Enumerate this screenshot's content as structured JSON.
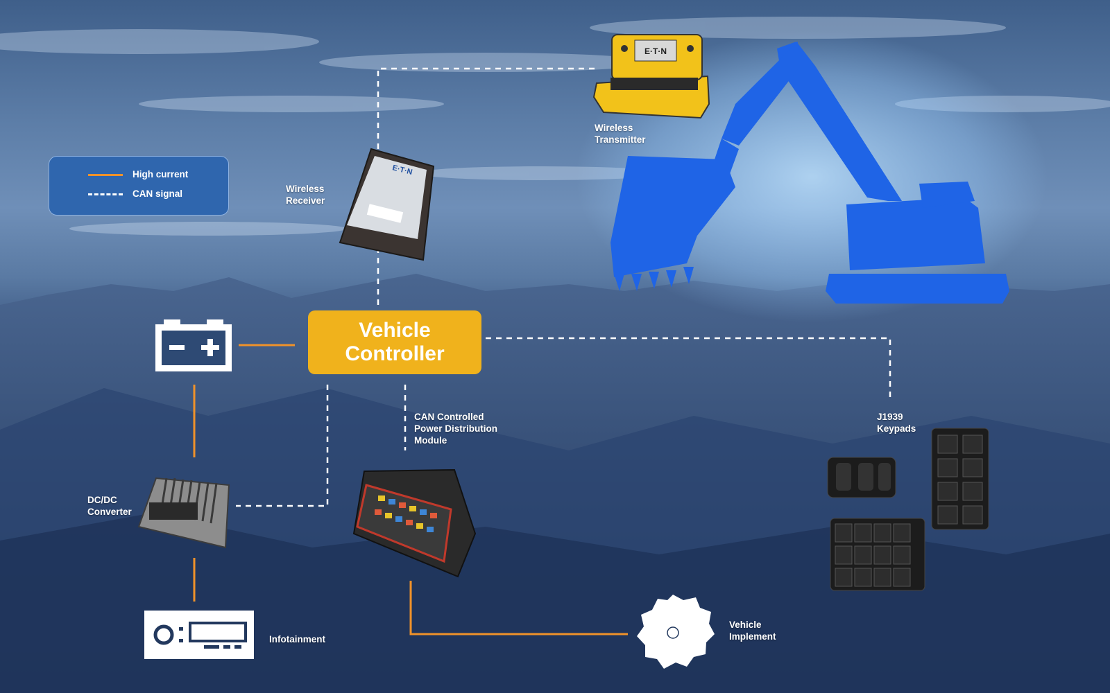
{
  "legend": {
    "high_current": "High current",
    "can_signal": "CAN signal"
  },
  "nodes": {
    "vehicle_controller": "Vehicle\nController",
    "wireless_receiver": "Wireless\nReceiver",
    "wireless_transmitter": "Wireless\nTransmitter",
    "can_pdm": "CAN Controlled\nPower Distribution\nModule",
    "j1939_keypads": "J1939\nKeypads",
    "dcdc_converter": "DC/DC\nConverter",
    "infotainment": "Infotainment",
    "vehicle_implement": "Vehicle\nImplement"
  },
  "brand": "E·T·N",
  "colors": {
    "high_current": "#f0922a",
    "can_signal": "#ffffff",
    "controller": "#f0b21c",
    "excavator": "#1f64e6",
    "legend_bg": "#2f66ae"
  },
  "icons": [
    "battery-icon",
    "radio-icon",
    "saw-blade-icon"
  ]
}
